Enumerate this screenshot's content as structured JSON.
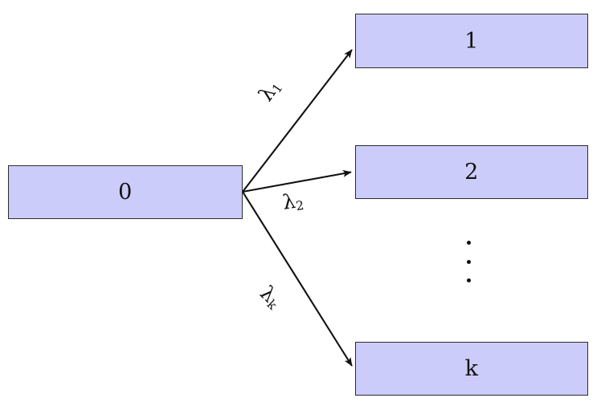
{
  "diagram": {
    "type": "branching-rate-diagram",
    "title": "",
    "background_color": "#ffffff",
    "node_fill_color": "#ccccfa",
    "node_border_color": "#2b2b2b",
    "edge_color": "#111111",
    "nodes": [
      {
        "id": "node-0",
        "label": "0",
        "role": "source"
      },
      {
        "id": "node-1",
        "label": "1",
        "role": "target"
      },
      {
        "id": "node-2",
        "label": "2",
        "role": "target"
      },
      {
        "id": "node-k",
        "label": "k",
        "role": "target"
      }
    ],
    "edges": [
      {
        "id": "edge-1",
        "from": "node-0",
        "to": "node-1",
        "label": "λ",
        "subscript": "1"
      },
      {
        "id": "edge-2",
        "from": "node-0",
        "to": "node-2",
        "label": "λ",
        "subscript": "2"
      },
      {
        "id": "edge-k",
        "from": "node-0",
        "to": "node-k",
        "label": "λ",
        "subscript": "k"
      }
    ],
    "ellipsis": {
      "name": "vertical-dots",
      "glyph": "⋮",
      "meaning": "continuation between node 2 and node k"
    }
  }
}
